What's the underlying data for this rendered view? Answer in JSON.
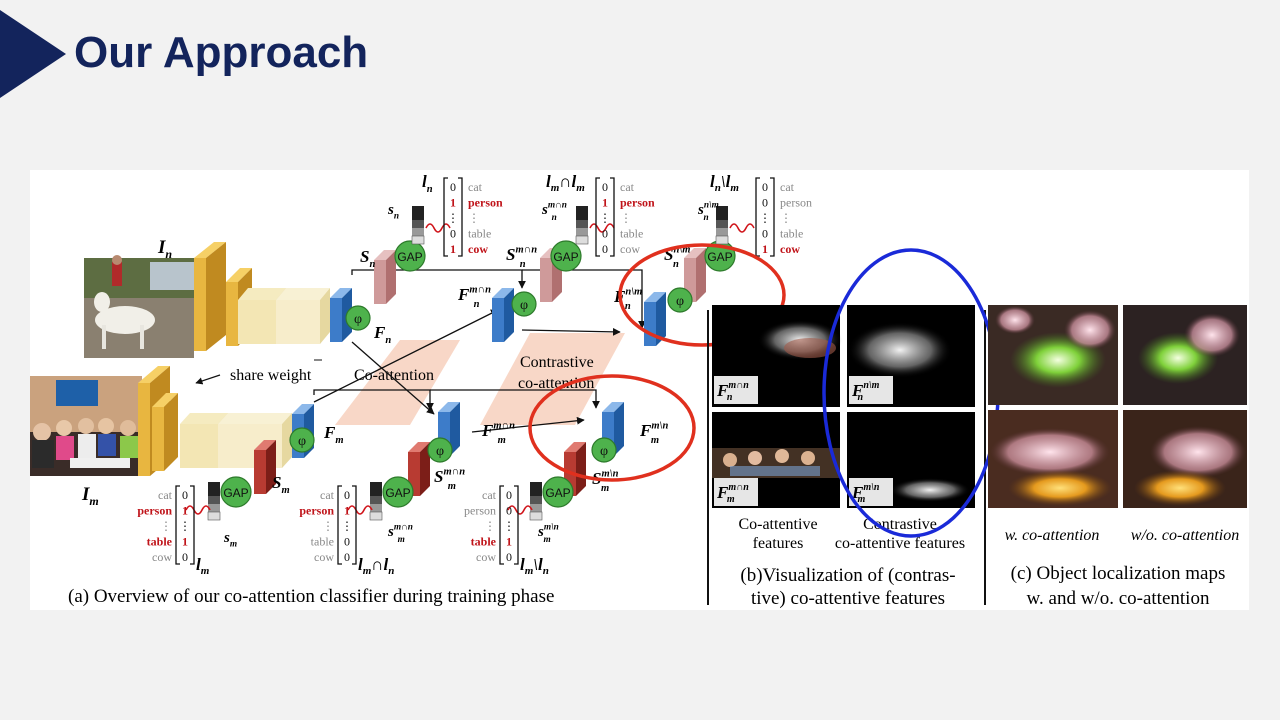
{
  "slide": {
    "title": "Our Approach"
  },
  "colors": {
    "title": "#13245c",
    "accent_red": "#e0301e",
    "accent_blue": "#1a2ad8",
    "conv_yellow": "#e8b640",
    "conv_light": "#f3e6b4",
    "feature_blue": "#3d7cc9",
    "score_red": "#b83b32",
    "gap_green": "#4eb24c",
    "label_red": "#c0141a",
    "label_gray": "#888888"
  },
  "panel_a": {
    "inputs": {
      "I_n": "I",
      "I_n_sub": "n",
      "I_m": "I",
      "I_m_sub": "m"
    },
    "share_weight": "share weight",
    "co_attention": "Co-attention",
    "contrastive": "Contrastive",
    "contrastive_2": "co-attention",
    "gap": "GAP",
    "phi": "φ",
    "top": {
      "label_vectors": [
        {
          "name": "l",
          "sub": "n",
          "values": [
            "0",
            "1",
            "⋮",
            "0",
            "1"
          ],
          "classes": [
            {
              "text": "cat",
              "hl": false
            },
            {
              "text": "person",
              "hl": true
            },
            {
              "text": "⋮",
              "hl": false
            },
            {
              "text": "table",
              "hl": false
            },
            {
              "text": "cow",
              "hl": true
            }
          ]
        },
        {
          "name": "l",
          "sub": "m",
          "prefix": "l",
          "prefix_sub": "m",
          "op": "∩",
          "values": [
            "0",
            "1",
            "⋮",
            "0",
            "0"
          ],
          "classes": [
            {
              "text": "cat",
              "hl": false
            },
            {
              "text": "person",
              "hl": true
            },
            {
              "text": "⋮",
              "hl": false
            },
            {
              "text": "table",
              "hl": false
            },
            {
              "text": "cow",
              "hl": false
            }
          ]
        },
        {
          "name": "l",
          "sub": "m",
          "prefix": "l",
          "prefix_sub": "n",
          "op": "\\",
          "values": [
            "0",
            "0",
            "⋮",
            "0",
            "1"
          ],
          "classes": [
            {
              "text": "cat",
              "hl": false
            },
            {
              "text": "person",
              "hl": false
            },
            {
              "text": "⋮",
              "hl": false
            },
            {
              "text": "table",
              "hl": false
            },
            {
              "text": "cow",
              "hl": true
            }
          ]
        }
      ],
      "s_labels": [
        {
          "name": "s",
          "sup": "",
          "sub": "n"
        },
        {
          "name": "s",
          "sup": "m∩n",
          "sub": "n"
        },
        {
          "name": "s",
          "sup": "n\\m",
          "sub": "n"
        }
      ],
      "S_labels": [
        {
          "name": "S",
          "sup": "",
          "sub": "n"
        },
        {
          "name": "S",
          "sup": "m∩n",
          "sub": "n"
        },
        {
          "name": "S",
          "sup": "n\\m",
          "sub": "n"
        }
      ],
      "F_labels": [
        {
          "name": "F",
          "sup": "",
          "sub": "n"
        },
        {
          "name": "F",
          "sup": "m∩n",
          "sub": "n"
        },
        {
          "name": "F",
          "sup": "n\\m",
          "sub": "n"
        }
      ]
    },
    "bottom": {
      "label_vectors": [
        {
          "values": [
            "0",
            "1",
            "⋮",
            "1",
            "0"
          ],
          "caption": "l",
          "caption_sub": "m",
          "classes": [
            {
              "text": "cat",
              "hl": false
            },
            {
              "text": "person",
              "hl": true
            },
            {
              "text": "⋮",
              "hl": false
            },
            {
              "text": "table",
              "hl": true
            },
            {
              "text": "cow",
              "hl": false
            }
          ]
        },
        {
          "values": [
            "0",
            "1",
            "⋮",
            "0",
            "0"
          ],
          "caption": "l",
          "caption_sub": "m",
          "op": "∩",
          "caption2": "l",
          "caption2_sub": "n",
          "classes": [
            {
              "text": "cat",
              "hl": false
            },
            {
              "text": "person",
              "hl": true
            },
            {
              "text": "⋮",
              "hl": false
            },
            {
              "text": "table",
              "hl": false
            },
            {
              "text": "cow",
              "hl": false
            }
          ]
        },
        {
          "values": [
            "0",
            "0",
            "⋮",
            "1",
            "0"
          ],
          "caption": "l",
          "caption_sub": "m",
          "op": "\\",
          "caption2": "l",
          "caption2_sub": "n",
          "classes": [
            {
              "text": "cat",
              "hl": false
            },
            {
              "text": "person",
              "hl": false
            },
            {
              "text": "⋮",
              "hl": false
            },
            {
              "text": "table",
              "hl": true
            },
            {
              "text": "cow",
              "hl": false
            }
          ]
        }
      ],
      "s_labels": [
        {
          "name": "s",
          "sup": "",
          "sub": "m"
        },
        {
          "name": "s",
          "sup": "m∩n",
          "sub": "m"
        },
        {
          "name": "s",
          "sup": "m\\n",
          "sub": "m"
        }
      ],
      "S_labels": [
        {
          "name": "S",
          "sup": "",
          "sub": "m"
        },
        {
          "name": "S",
          "sup": "m∩n",
          "sub": "m"
        },
        {
          "name": "S",
          "sup": "m\\n",
          "sub": "m"
        }
      ],
      "F_labels": [
        {
          "name": "F",
          "sup": "",
          "sub": "m"
        },
        {
          "name": "F",
          "sup": "m∩n",
          "sub": "m"
        },
        {
          "name": "F",
          "sup": "m\\n",
          "sub": "m"
        }
      ]
    },
    "caption": "(a) Overview of our co-attention classifier during training phase"
  },
  "panel_b": {
    "tiles": [
      {
        "name": "F",
        "sup": "m∩n",
        "sub": "n"
      },
      {
        "name": "F",
        "sup": "n\\m",
        "sub": "n"
      },
      {
        "name": "F",
        "sup": "m∩n",
        "sub": "m"
      },
      {
        "name": "F",
        "sup": "m\\n",
        "sub": "m"
      }
    ],
    "col_labels": [
      [
        "Co-attentive",
        "features"
      ],
      [
        "Contrastive",
        "co-attentive features"
      ]
    ],
    "caption": [
      "(b)Visualization of (contras-",
      "tive) co-attentive features"
    ]
  },
  "panel_c": {
    "col_labels": [
      "w. co-attention",
      "w/o. co-attention"
    ],
    "caption": [
      "(c) Object localization maps",
      "w. and w/o. co-attention"
    ]
  }
}
